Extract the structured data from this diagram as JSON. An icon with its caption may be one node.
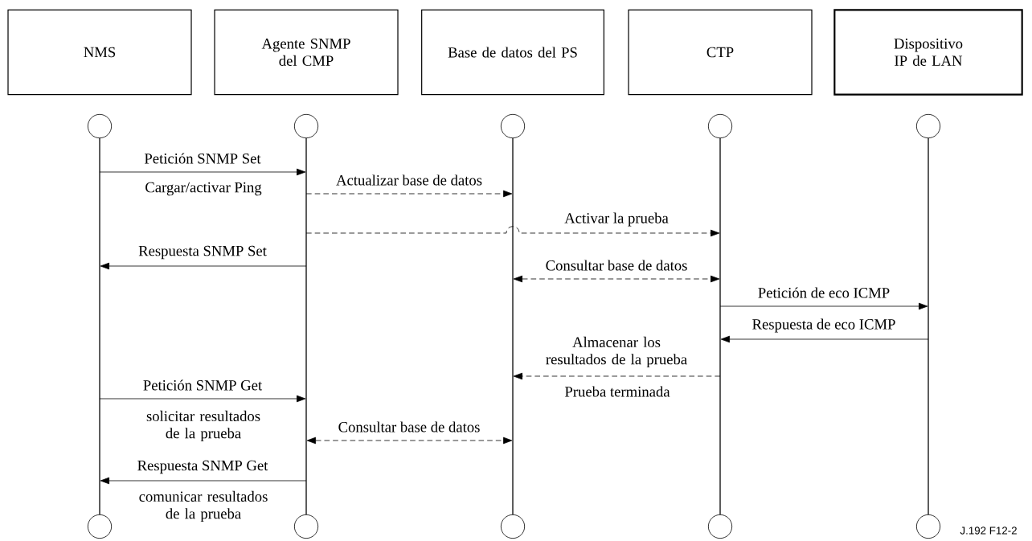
{
  "diagram": {
    "nodes": [
      {
        "text": [
          "NMS"
        ]
      },
      {
        "text": [
          "Agente SNMP del CMP"
        ]
      },
      {
        "text": [
          "Base de datos del PS"
        ]
      },
      {
        "text": [
          "CTP"
        ]
      },
      {
        "text": [
          "Dispositivo IP de LAN"
        ]
      },
      {
        "text": [],
        "shape": "bar"
      },
      {
        "text": [],
        "shape": "bar"
      },
      {
        "text": [],
        "shape": "bar"
      },
      {
        "text": [],
        "shape": "bar"
      },
      {
        "text": [],
        "shape": "bar"
      }
    ],
    "edges": [
      {
        "from": 5,
        "to": 6,
        "arrow": "to",
        "label": "Petición SNMP Set"
      },
      {
        "from": 6,
        "to": 7,
        "arrow": "to",
        "label": "Actualizar base de datos",
        "style": "dashed"
      },
      {
        "from": 6,
        "to": 8,
        "arrow": "to",
        "label": "Activar la prueba",
        "style": "dashed"
      },
      {
        "from": 6,
        "to": 5,
        "arrow": "to",
        "label": "Respuesta SNMP Set"
      },
      {
        "from": 7,
        "to": 8,
        "arrow": "both",
        "label": "Consultar base de datos",
        "style": "dashed"
      },
      {
        "from": 8,
        "to": 9,
        "arrow": "to",
        "label": "Petición de eco ICMP"
      },
      {
        "from": 9,
        "to": 8,
        "arrow": "to",
        "label": "Respuesta de eco ICMP"
      },
      {
        "from": 8,
        "to": 7,
        "arrow": "to",
        "label": "Almacenar los resultados de la prueba",
        "style": "dashed"
      },
      {
        "from": 5,
        "to": 6,
        "arrow": "to",
        "label": "Petición SNMP Get"
      },
      {
        "from": 6,
        "to": 7,
        "arrow": "both",
        "label": "Consultar base de datos",
        "style": "dashed"
      },
      {
        "from": 6,
        "to": 5,
        "arrow": "to",
        "label": "Respuesta SNMP Get"
      }
    ],
    "labels": [
      "Cargar/activar Ping",
      "Prueba terminada",
      "solicitar resultados de la prueba",
      "comunicar resultados de la prueba",
      "J.192  F12-2"
    ]
  }
}
